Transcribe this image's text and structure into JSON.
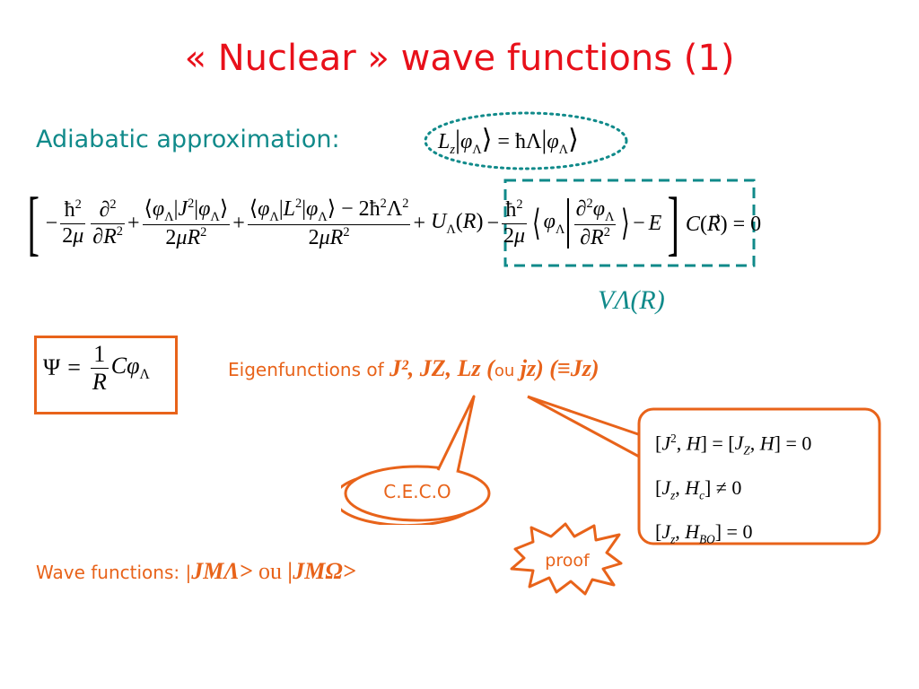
{
  "title": "« Nuclear » wave functions (1)",
  "adiabatic_label": "Adiabatic approximation:",
  "v_label": "VΛ(R)",
  "eigen": {
    "prefix": "Eigenfunctions of ",
    "ops": "J², JZ, Lz (",
    "ou": "ou",
    "suffix": " jz) (≡Jz)"
  },
  "ceco_label": "C.E.C.O",
  "proof_label": "proof",
  "wave_functions": {
    "prefix": "Wave functions: |",
    "ket1": "JMΛ>",
    "ou": " ou ",
    "ket2": "|JMΩ>"
  },
  "colors": {
    "title": "#e8101a",
    "accent_teal": "#108a8a",
    "accent_orange": "#e8631a"
  }
}
